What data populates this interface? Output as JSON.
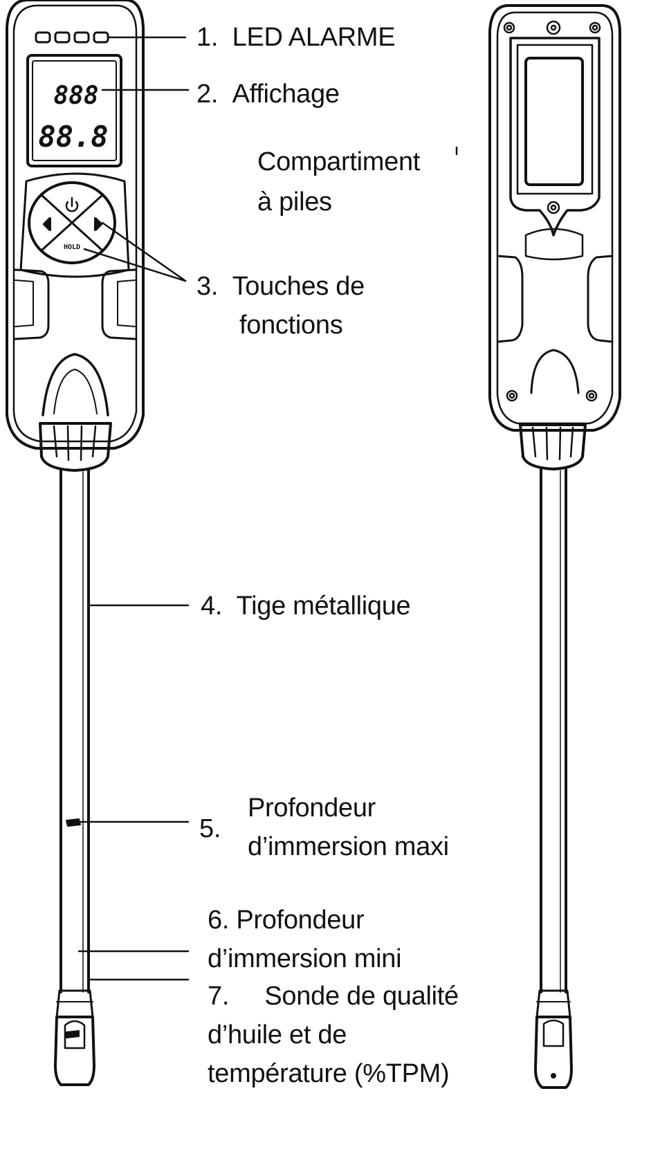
{
  "labels": {
    "led": {
      "num": "1.",
      "text": "LED ALARME"
    },
    "display": {
      "num": "2.",
      "text": "Affichage"
    },
    "battery": {
      "line1": "Compartiment",
      "line2": "à piles"
    },
    "keys": {
      "num": "3.",
      "line1": "Touches de",
      "line2": "fonctions"
    },
    "rod": {
      "num": "4.",
      "text": "Tige métallique"
    },
    "max_depth": {
      "num": "5.",
      "line1": "Profondeur",
      "line2": "d’immersion maxi"
    },
    "min_depth": {
      "line1": "6. Profondeur",
      "line2": "d’immersion mini"
    },
    "probe": {
      "num": "7.",
      "line1": "Sonde de qualité",
      "line2": "d’huile et de",
      "line3": "température (%TPM)"
    }
  },
  "device": {
    "lcd_top_value": "888",
    "lcd_bottom_value": "88.8",
    "hold_key": "HOLD"
  },
  "icons": [
    "power-icon",
    "left-arrow-icon",
    "right-arrow-icon"
  ]
}
